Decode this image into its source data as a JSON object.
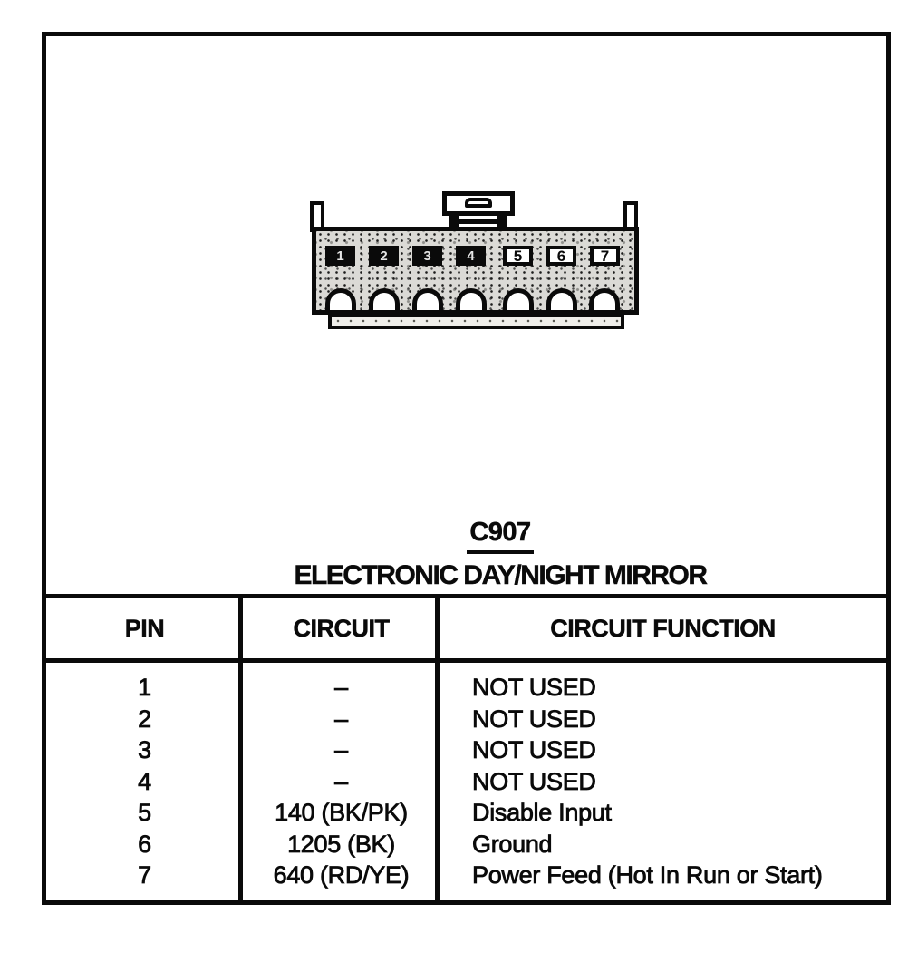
{
  "connector": {
    "id": "C907",
    "name": "ELECTRONIC DAY/NIGHT MIRROR",
    "pins": [
      {
        "label": "1",
        "style": "filled"
      },
      {
        "label": "2",
        "style": "filled"
      },
      {
        "label": "3",
        "style": "filled"
      },
      {
        "label": "4",
        "style": "filled"
      },
      {
        "label": "5",
        "style": "open"
      },
      {
        "label": "6",
        "style": "open"
      },
      {
        "label": "7",
        "style": "open"
      }
    ]
  },
  "table": {
    "headers": [
      "PIN",
      "CIRCUIT",
      "CIRCUIT FUNCTION"
    ],
    "rows": [
      {
        "pin": "1",
        "circuit": "–",
        "function": "NOT USED"
      },
      {
        "pin": "2",
        "circuit": "–",
        "function": "NOT USED"
      },
      {
        "pin": "3",
        "circuit": "–",
        "function": "NOT USED"
      },
      {
        "pin": "4",
        "circuit": "–",
        "function": "NOT USED"
      },
      {
        "pin": "5",
        "circuit": "140 (BK/PK)",
        "function": "Disable Input"
      },
      {
        "pin": "6",
        "circuit": "1205 (BK)",
        "function": "Ground"
      },
      {
        "pin": "7",
        "circuit": "640 (RD/YE)",
        "function": "Power Feed (Hot In Run or Start)"
      }
    ]
  },
  "colors": {
    "ink": "#0a0a0a",
    "paper": "#ffffff",
    "connector_fill": "#dbdad6"
  }
}
